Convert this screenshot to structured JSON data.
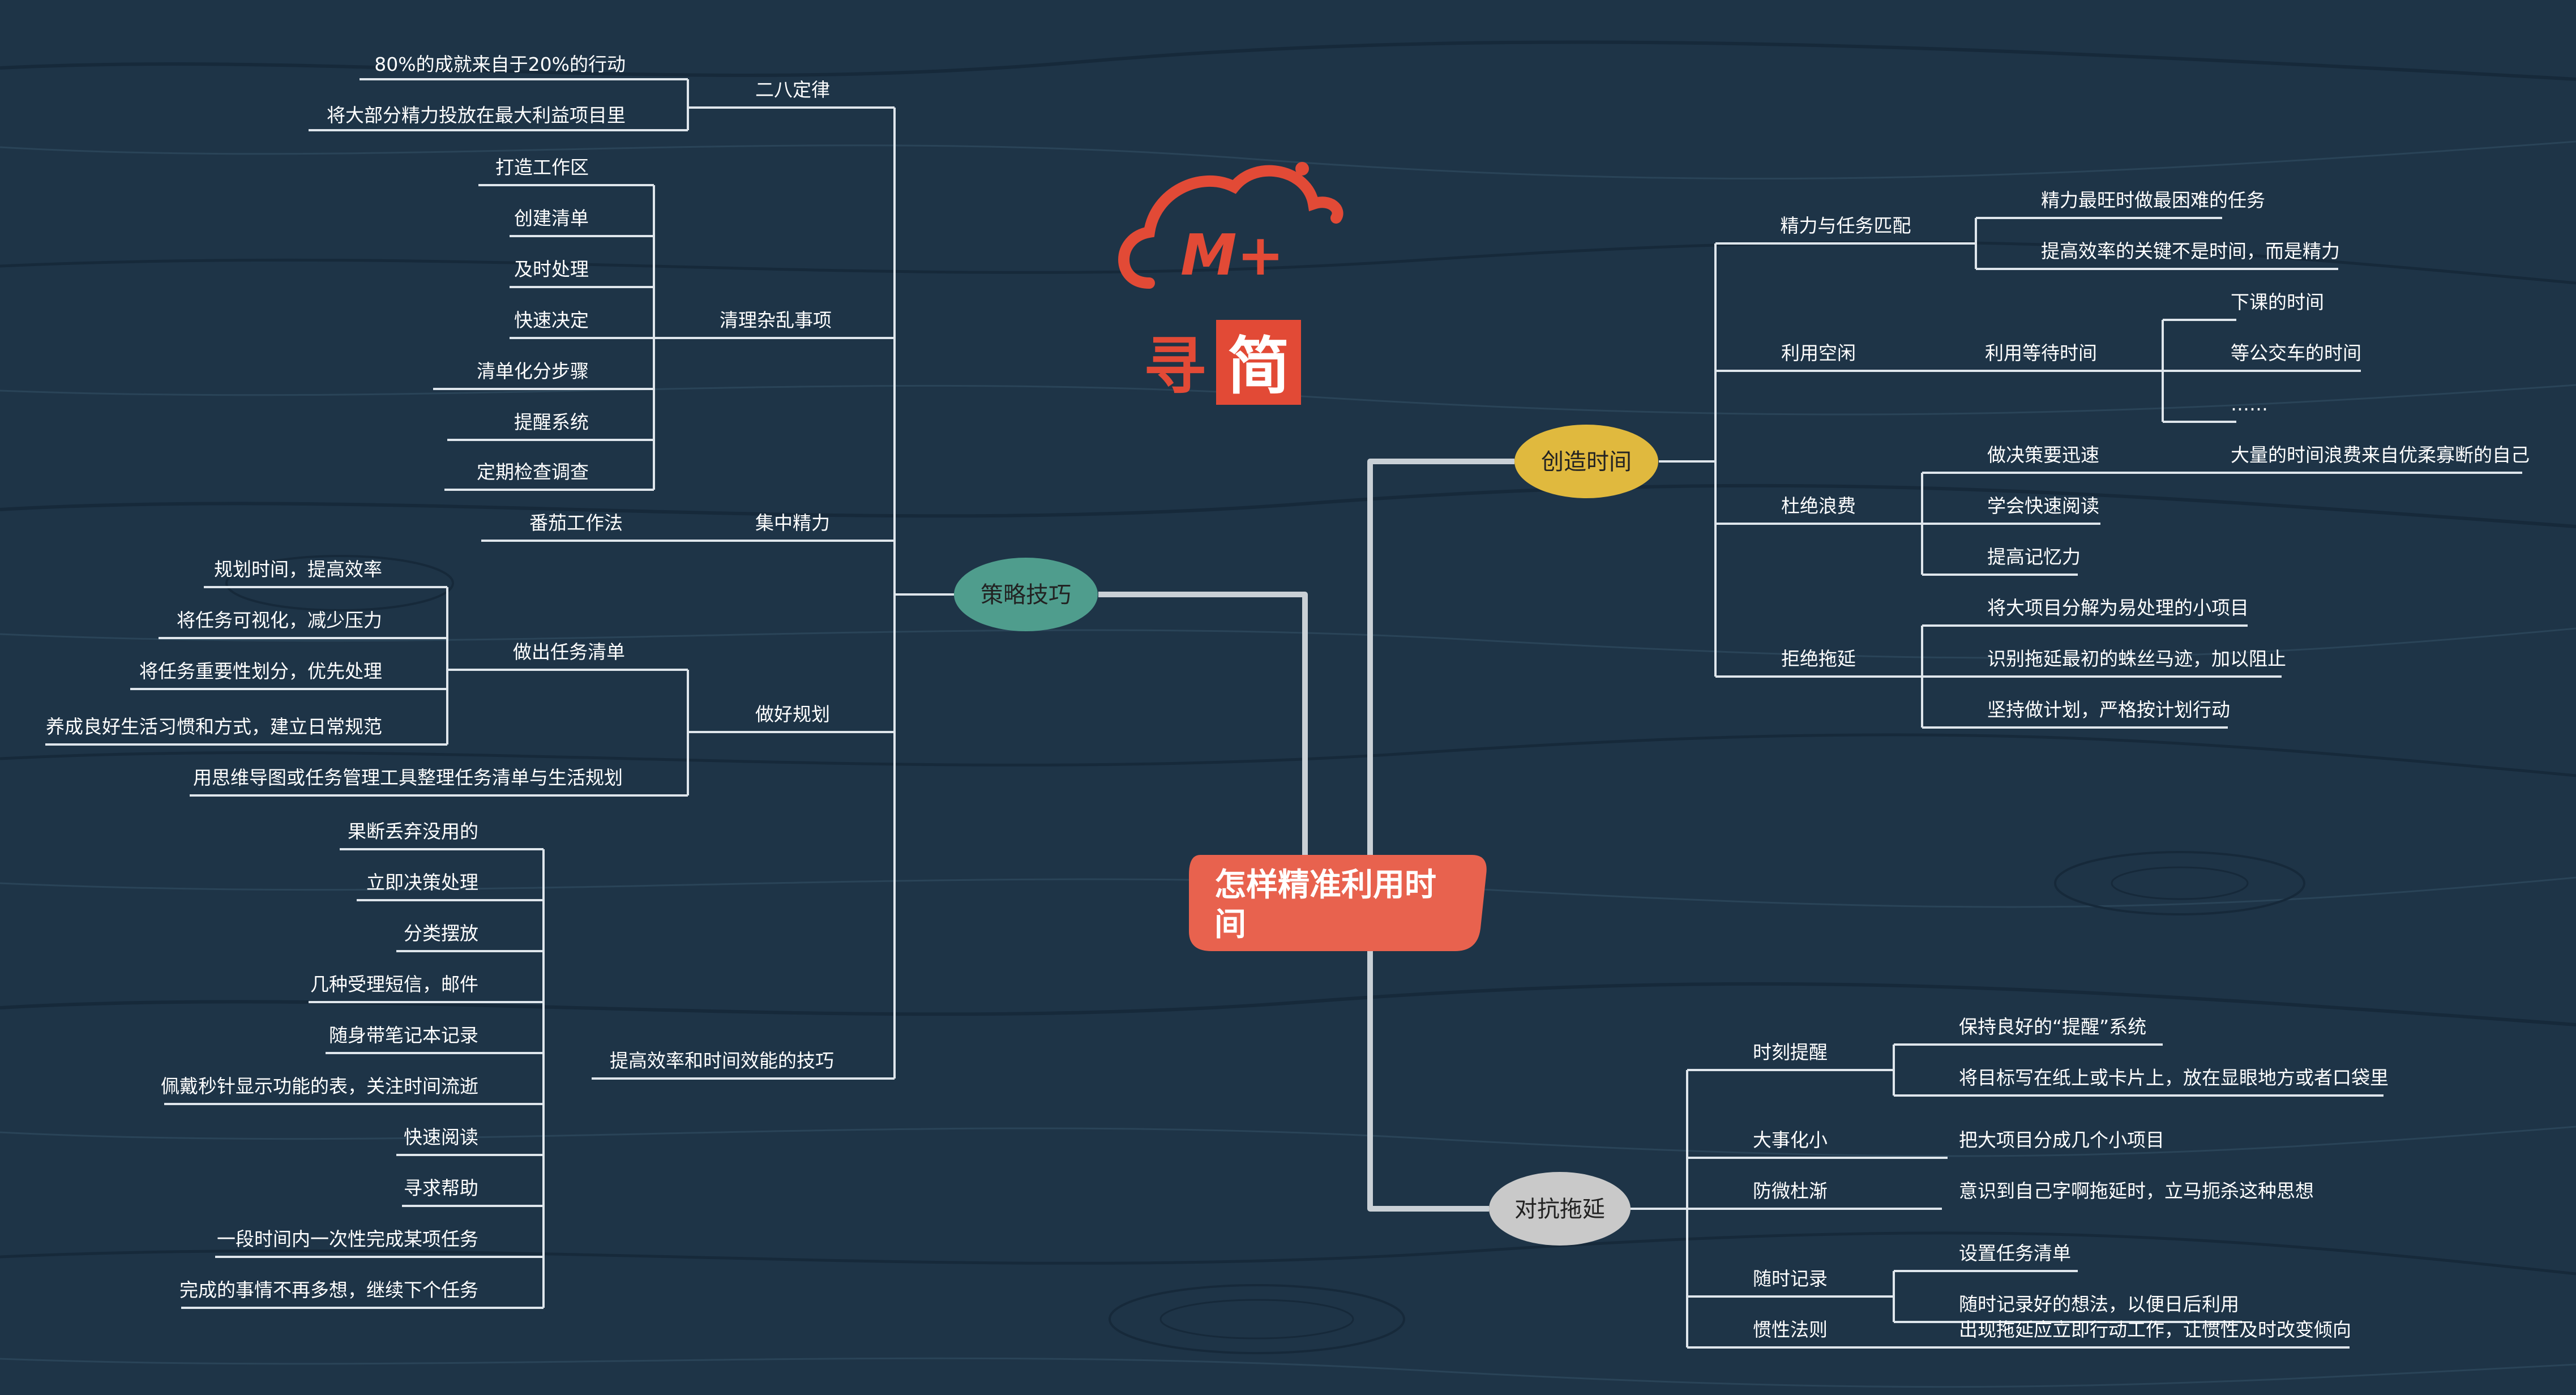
{
  "colors": {
    "background": "#1e3447",
    "root": "#e8624e",
    "strategy": "#4f9d8d",
    "create_time": "#e0b93e",
    "anti_delay": "#c9c9c9",
    "line": "#dfe6ec",
    "logo": "#e24a36"
  },
  "logo": {
    "mark": "M+",
    "text_left": "寻",
    "text_right": "简",
    "icon": "cloud-logo-icon"
  },
  "root": {
    "line1": "怎样精准利用时",
    "line2": "间"
  },
  "topics": {
    "strategy": "策略技巧",
    "create_time": "创造时间",
    "anti_delay": "对抗拖延"
  },
  "strategy": {
    "pareto": {
      "label": "二八定律",
      "items": [
        "80%的成就来自于20%的行动",
        "将大部分精力投放在最大利益项目里"
      ]
    },
    "clutter": {
      "label": "清理杂乱事项",
      "items": [
        "打造工作区",
        "创建清单",
        "及时处理",
        "快速决定",
        "清单化分步骤",
        "提醒系统",
        "定期检查调查"
      ]
    },
    "focus": {
      "label": "集中精力",
      "items": [
        "番茄工作法"
      ]
    },
    "plan": {
      "label": "做好规划",
      "tasklist": {
        "label": "做出任务清单",
        "items": [
          "规划时间，提高效率",
          "将任务可视化，减少压力",
          "将任务重要性划分，优先处理",
          "养成良好生活习惯和方式，建立日常规范"
        ]
      },
      "mindmap": "用思维导图或任务管理工具整理任务清单与生活规划"
    },
    "efficiency": {
      "label": "提高效率和时间效能的技巧",
      "items": [
        "果断丢弃没用的",
        "立即决策处理",
        "分类摆放",
        "几种受理短信，邮件",
        "随身带笔记本记录",
        "佩戴秒针显示功能的表，关注时间流逝",
        "快速阅读",
        "寻求帮助",
        "一段时间内一次性完成某项任务",
        "完成的事情不再多想，继续下个任务"
      ]
    }
  },
  "create_time": {
    "energy": {
      "label": "精力与任务匹配",
      "items": [
        "精力最旺时做最困难的任务",
        "提高效率的关键不是时间，而是精力"
      ]
    },
    "spare": {
      "label": "利用空闲",
      "wait": {
        "label": "利用等待时间",
        "items": [
          "下课的时间",
          "等公交车的时间",
          "……"
        ]
      }
    },
    "waste": {
      "label": "杜绝浪费",
      "decide": {
        "label": "做决策要迅速",
        "note": "大量的时间浪费来自优柔寡断的自己"
      },
      "items": [
        "学会快速阅读",
        "提高记忆力"
      ]
    },
    "refuse": {
      "label": "拒绝拖延",
      "items": [
        "将大项目分解为易处理的小项目",
        "识别拖延最初的蛛丝马迹，加以阻止",
        "坚持做计划，严格按计划行动"
      ]
    }
  },
  "anti_delay": {
    "remind": {
      "label": "时刻提醒",
      "items": [
        "保持良好的“提醒”系统",
        "将目标写在纸上或卡片上，放在显眼地方或者口袋里"
      ]
    },
    "small": {
      "label": "大事化小",
      "items": [
        "把大项目分成几个小项目"
      ]
    },
    "prevent": {
      "label": "防微杜渐",
      "items": [
        "意识到自己字啊拖延时，立马扼杀这种思想"
      ]
    },
    "record": {
      "label": "随时记录",
      "items": [
        "设置任务清单",
        "随时记录好的想法，以便日后利用"
      ]
    },
    "inertia": {
      "label": "惯性法则",
      "items": [
        "出现拖延应立即行动工作，让惯性及时改变倾向"
      ]
    }
  }
}
